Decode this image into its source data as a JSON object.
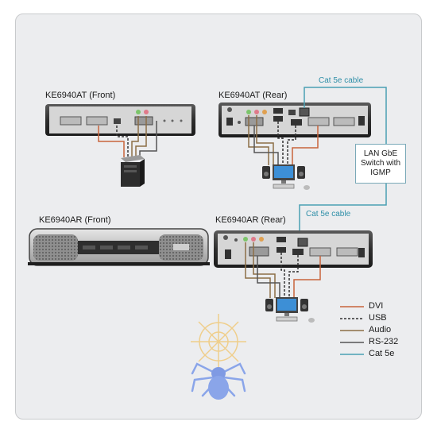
{
  "devices": {
    "transmitter_front": "KE6940AT (Front)",
    "transmitter_rear": "KE6940AT (Rear)",
    "receiver_front": "KE6940AR (Front)",
    "receiver_rear": "KE6940AR (Rear)"
  },
  "cables": {
    "top_label": "Cat 5e cable",
    "bottom_label": "Cat 5e cable"
  },
  "switch": {
    "line1": "LAN GbE",
    "line2": "Switch with",
    "line3": "IGMP"
  },
  "legend": [
    {
      "label": "DVI",
      "color": "#c8643c",
      "style": "solid"
    },
    {
      "label": "USB",
      "color": "#333333",
      "style": "dashed"
    },
    {
      "label": "Audio",
      "color": "#8c6e46",
      "style": "solid"
    },
    {
      "label": "RS-232",
      "color": "#555555",
      "style": "solid"
    },
    {
      "label": "Cat 5e",
      "color": "#4aa0b4",
      "style": "solid"
    }
  ],
  "colors": {
    "panel_bg": "#ecedef",
    "device_body": "#3a3a3a",
    "cat5e": "#4aa0b4"
  }
}
